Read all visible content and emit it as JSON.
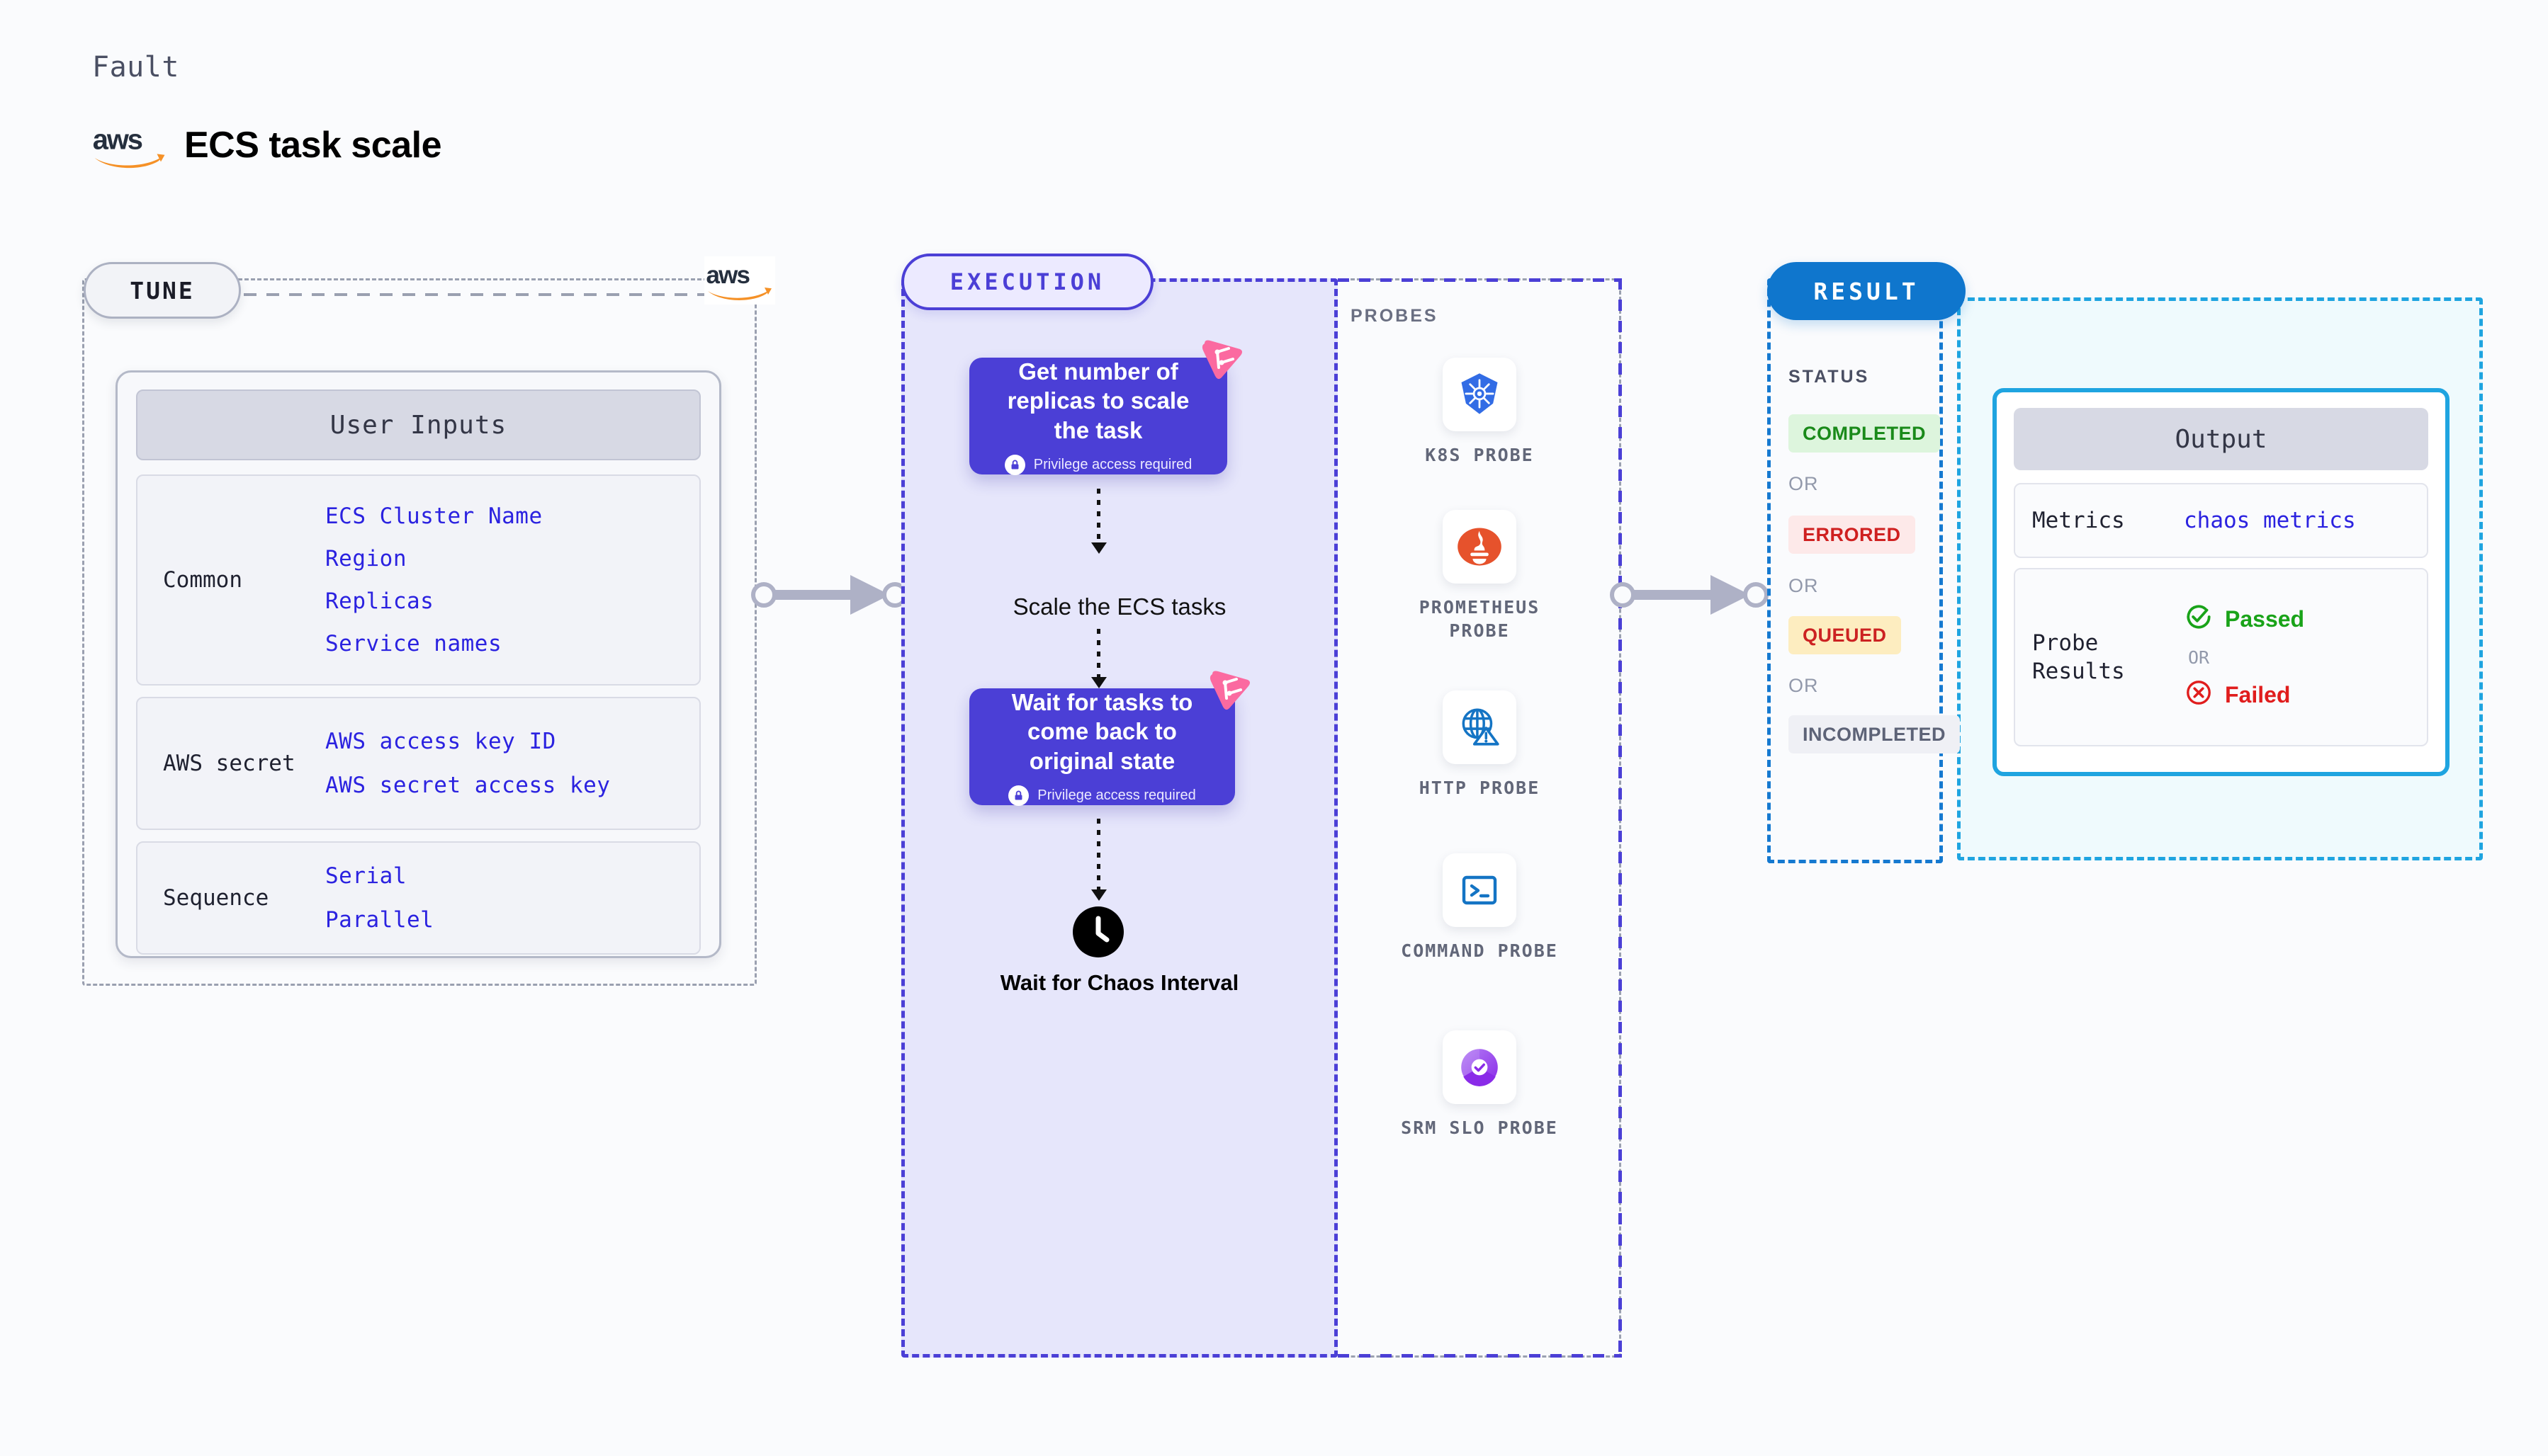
{
  "header": {
    "fault_label": "Fault",
    "title": "ECS task scale",
    "logo_icon": "aws-logo"
  },
  "stages": {
    "tune": "TUNE",
    "execution": "EXECUTION",
    "result": "RESULT"
  },
  "tune": {
    "card_title": "User Inputs",
    "groups": [
      {
        "label": "Common",
        "values": [
          "ECS Cluster Name",
          "Region",
          "Replicas",
          "Service names"
        ]
      },
      {
        "label": "AWS secret",
        "values": [
          "AWS access key ID",
          "AWS secret access key"
        ]
      },
      {
        "label": "Sequence",
        "values": [
          "Serial",
          "Parallel"
        ]
      }
    ]
  },
  "execution": {
    "node1": {
      "title": "Get number of replicas to scale the task",
      "subtitle": "Privilege access required",
      "badge_icon": "chaos-corner-badge",
      "lock_icon": "lock-icon"
    },
    "middle_label": "Scale the ECS tasks",
    "node2": {
      "title": "Wait for tasks to come back to original state",
      "subtitle": "Privilege access required",
      "badge_icon": "chaos-corner-badge",
      "lock_icon": "lock-icon"
    },
    "wait": {
      "icon": "clock-icon",
      "label": "Wait for Chaos Interval"
    }
  },
  "probes": {
    "title": "PROBES",
    "items": [
      {
        "label": "K8S PROBE",
        "icon": "kubernetes-icon"
      },
      {
        "label": "PROMETHEUS PROBE",
        "icon": "prometheus-icon"
      },
      {
        "label": "HTTP PROBE",
        "icon": "http-globe-warning-icon"
      },
      {
        "label": "COMMAND PROBE",
        "icon": "terminal-icon"
      },
      {
        "label": "SRM SLO PROBE",
        "icon": "srm-slo-icon"
      }
    ]
  },
  "result": {
    "status_title": "STATUS",
    "or_label": "OR",
    "statuses": [
      {
        "label": "COMPLETED",
        "bg": "#ddf5dd",
        "fg": "#1a8a1a"
      },
      {
        "label": "ERRORED",
        "bg": "#fde9e9",
        "fg": "#cf2020"
      },
      {
        "label": "QUEUED",
        "bg": "#fdedc0",
        "fg": "#cc2222"
      },
      {
        "label": "INCOMPLETED",
        "bg": "#eff0f5",
        "fg": "#5d6377"
      }
    ]
  },
  "output": {
    "title": "Output",
    "metrics_label": "Metrics",
    "metrics_value": "chaos metrics",
    "probe_results_label": "Probe Results",
    "passed_label": "Passed",
    "failed_label": "Failed",
    "or_label": "OR",
    "passed_icon": "check-circle-icon",
    "failed_icon": "x-circle-icon"
  },
  "colors": {
    "execution_accent": "#4b3fd6",
    "result_accent": "#1579d0",
    "output_accent": "#1fa4e0",
    "tune_accent": "#9aa0b0",
    "input_value": "#2b22e0",
    "aws_orange": "#f59127"
  }
}
